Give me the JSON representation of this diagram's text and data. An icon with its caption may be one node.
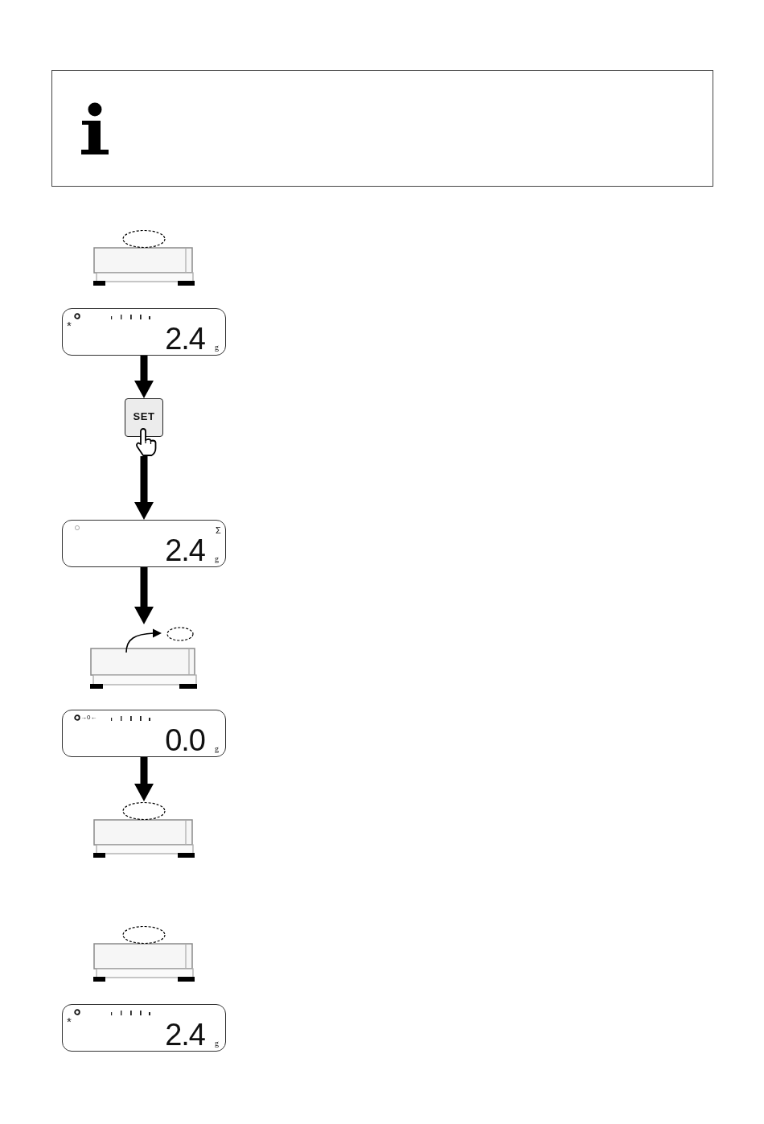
{
  "diagram": {
    "nodes": [
      {
        "text": [],
        "shape": "picture"
      },
      {
        "text": [
          "*",
          "2.4",
          "g"
        ]
      },
      {
        "text": [
          "SET"
        ]
      },
      {
        "text": [
          "Σ",
          "2.4",
          "g"
        ]
      },
      {
        "text": [],
        "shape": "picture"
      },
      {
        "text": [
          "→0←",
          "0.0",
          "g"
        ]
      },
      {
        "text": [],
        "shape": "picture"
      },
      {
        "text": [],
        "shape": "picture"
      },
      {
        "text": [
          "*",
          "2.4",
          "g"
        ]
      }
    ],
    "edges": [
      {
        "from": 1,
        "to": 2,
        "arrow": "to"
      },
      {
        "from": 2,
        "to": 3,
        "arrow": "to"
      },
      {
        "from": 3,
        "to": 4,
        "arrow": "to"
      },
      {
        "from": 5,
        "to": 6,
        "arrow": "to"
      }
    ]
  }
}
